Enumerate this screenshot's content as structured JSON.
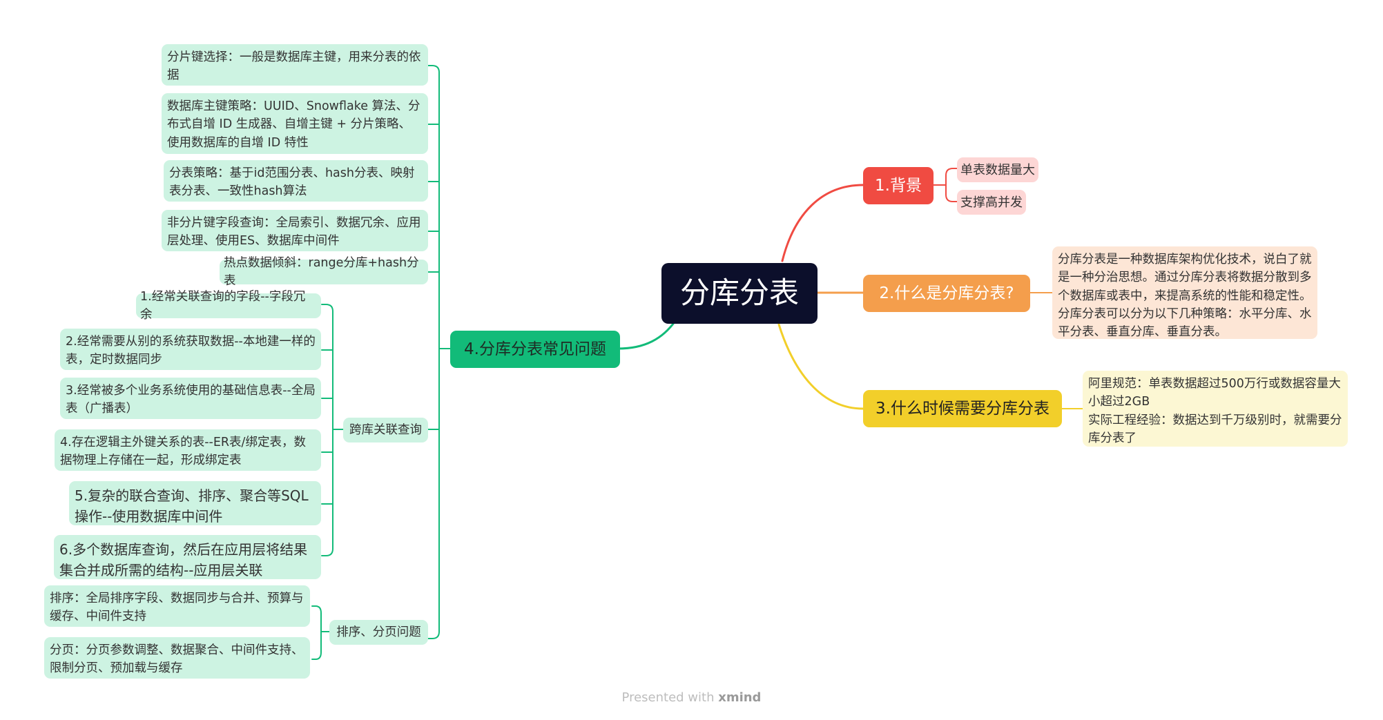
{
  "root": {
    "label": "分库分表"
  },
  "branches": {
    "b1": {
      "label": "1.背景",
      "children": [
        "单表数据量大",
        "支撑高并发"
      ]
    },
    "b2": {
      "label": "2.什么是分库分表?",
      "note": "分库分表是一种数据库架构优化技术，说白了就是一种分治思想。通过分库分表将数据分散到多个数据库或表中，来提高系统的性能和稳定性。分库分表可以分为以下几种策略：水平分库、水平分表、垂直分库、垂直分表。"
    },
    "b3": {
      "label": "3.什么时候需要分库分表",
      "note": "阿里规范：单表数据超过500万行或数据容量大小超过2GB\n实际工程经验：数据达到千万级别时，就需要分库分表了"
    },
    "b4": {
      "label": "4.分库分表常见问题",
      "items": [
        "分片键选择：一般是数据库主键，用来分表的依据",
        "数据库主键策略：UUID、Snowflake 算法、分布式自增 ID 生成器、自增主键 + 分片策略、使用数据库的自增 ID 特性",
        "分表策略：基于id范围分表、hash分表、映射表分表、一致性hash算法",
        "非分片键字段查询：全局索引、数据冗余、应用层处理、使用ES、数据库中间件",
        "热点数据倾斜：range分库+hash分表"
      ],
      "cross": {
        "label": "跨库关联查询",
        "items": [
          "1.经常关联查询的字段--字段冗余",
          "2.经常需要从别的系统获取数据--本地建一样的表，定时数据同步",
          "3.经常被多个业务系统使用的基础信息表--全局表（广播表）",
          "4.存在逻辑主外键关系的表--ER表/绑定表，数据物理上存储在一起，形成绑定表",
          "5.复杂的联合查询、排序、聚合等SQL操作--使用数据库中间件",
          "6.多个数据库查询，然后在应用层将结果集合并成所需的结构--应用层关联"
        ]
      },
      "sort": {
        "label": "排序、分页问题",
        "items": [
          "排序：全局排序字段、数据同步与合并、预算与缓存、中间件支持",
          "分页：分页参数调整、数据聚合、中间件支持、限制分页、预加载与缓存"
        ]
      }
    }
  },
  "footer": {
    "prefix": "Presented with ",
    "brand": "xmind"
  },
  "colors": {
    "root": "#0c0f2b",
    "b1": "#f04b42",
    "b2": "#f49e4c",
    "b3": "#f2cf2a",
    "b4": "#12bb79"
  }
}
